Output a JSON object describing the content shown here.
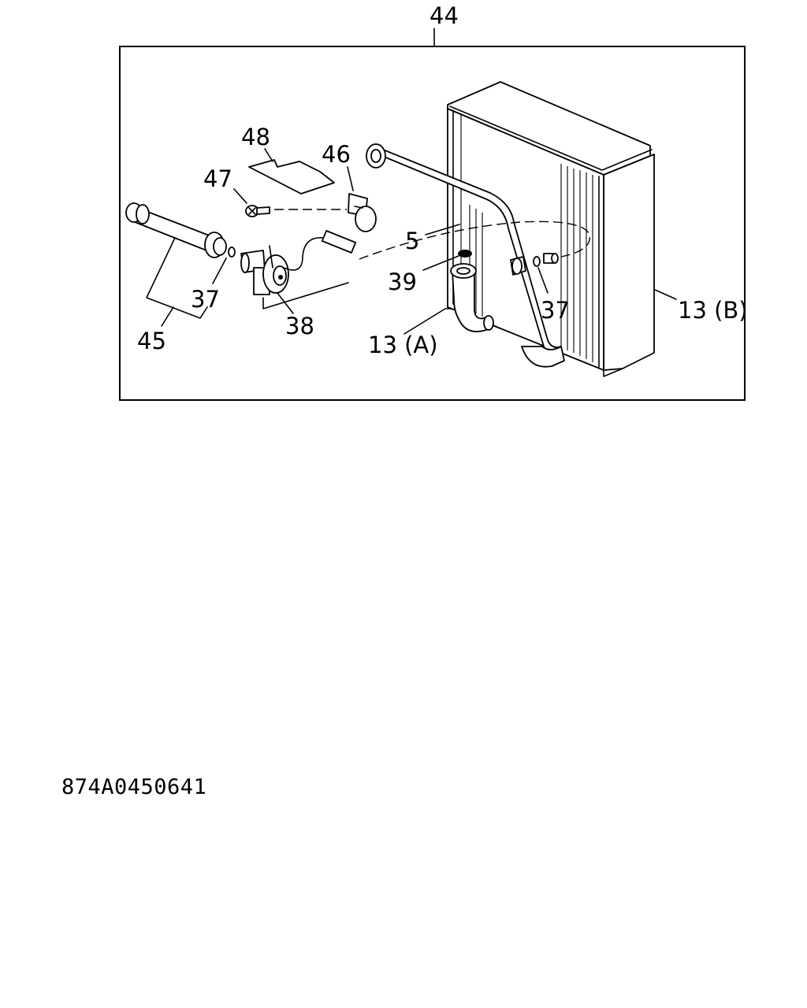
{
  "callouts": {
    "c44": "44",
    "c48": "48",
    "c46": "46",
    "c47": "47",
    "c5": "5",
    "c39": "39",
    "c37_left": "37",
    "c37_right": "37",
    "c38": "38",
    "c45": "45",
    "c13a": "13 (A)",
    "c13b": "13 (B)"
  },
  "drawing_id": "874A0450641"
}
